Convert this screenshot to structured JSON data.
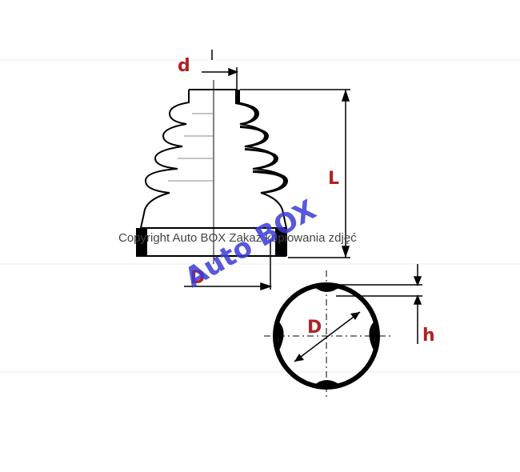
{
  "labels": {
    "small_d": "d",
    "length": "L",
    "big_d_boot": "D",
    "big_d_section": "D",
    "height": "h"
  },
  "copyright": "Copyright Auto BOX Zakaz kopiowania zdjęć",
  "watermark": "Auto BOX",
  "colors": {
    "label": "#b22222",
    "line": "#000000",
    "watermark": "#3b3bd6",
    "copyright": "#444444"
  }
}
